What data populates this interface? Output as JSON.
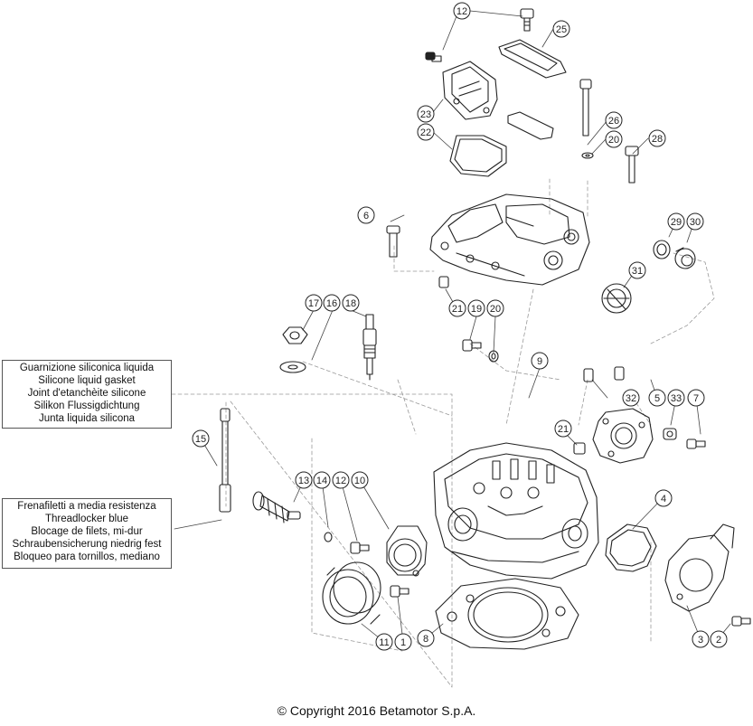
{
  "diagram": {
    "notes": {
      "sealant": [
        "Guarnizione siliconica liquida",
        "Silicone liquid gasket",
        "Joint d'etanchèite silicone",
        "Silikon Flussigdichtung",
        "Junta liquida silicona"
      ],
      "threadlocker": [
        "Frenafiletti a media resistenza",
        "Threadlocker blue",
        "Blocage de filets, mi-dur",
        "Schraubensicherung niedrig fest",
        "Bloqueo para tornillos, mediano"
      ]
    },
    "copyright": "© Copyright 2016 Betamotor S.p.A.",
    "callouts": [
      "12",
      "25",
      "26",
      "20",
      "28",
      "23",
      "22",
      "6",
      "29",
      "30",
      "31",
      "17",
      "16",
      "18",
      "21",
      "19",
      "20",
      "9",
      "32",
      "5",
      "33",
      "7",
      "21",
      "15",
      "13",
      "14",
      "12",
      "10",
      "4",
      "11",
      "1",
      "8",
      "3",
      "2"
    ]
  }
}
